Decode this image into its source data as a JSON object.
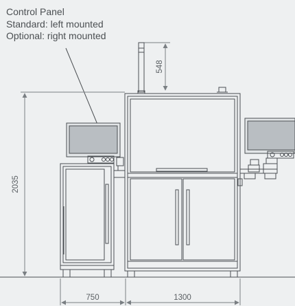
{
  "annotation": {
    "line1": "Control Panel",
    "line2": "Standard: left mounted",
    "line3": "Optional: right mounted"
  },
  "dimensions": {
    "height_total": "2035",
    "height_top": "548",
    "width_left": "750",
    "width_main": "1300"
  },
  "colors": {
    "background": "#eef0f1",
    "line": "#4a4e52",
    "dimension": "#7a7f83",
    "screen": "#b9bec2"
  }
}
